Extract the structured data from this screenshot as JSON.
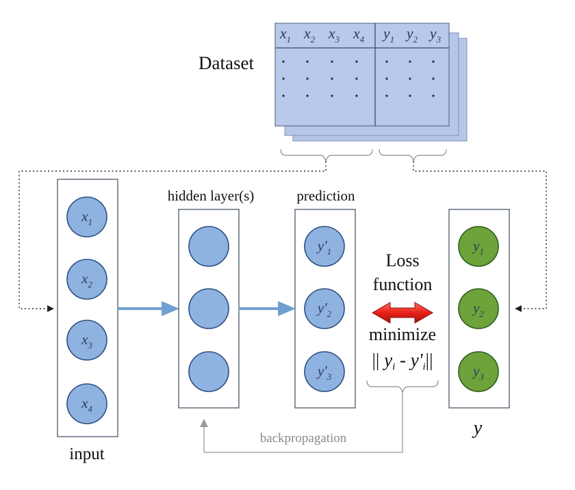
{
  "dataset": {
    "title": "Dataset",
    "columns": [
      {
        "sym": "x",
        "sub": "1"
      },
      {
        "sym": "x",
        "sub": "2"
      },
      {
        "sym": "x",
        "sub": "3"
      },
      {
        "sym": "x",
        "sub": "4"
      },
      {
        "sym": "y",
        "sub": "1"
      },
      {
        "sym": "y",
        "sub": "2"
      },
      {
        "sym": "y",
        "sub": "3"
      }
    ]
  },
  "layers": {
    "input_label": "input",
    "hidden_label": "hidden layer(s)",
    "prediction_label": "prediction",
    "target_label": "y",
    "input_nodes": [
      {
        "sym": "x",
        "sub": "1"
      },
      {
        "sym": "x",
        "sub": "2"
      },
      {
        "sym": "x",
        "sub": "3"
      },
      {
        "sym": "x",
        "sub": "4"
      }
    ],
    "prediction_nodes": [
      {
        "sym": "y'",
        "sub": "1"
      },
      {
        "sym": "y'",
        "sub": "2"
      },
      {
        "sym": "y'",
        "sub": "3"
      }
    ],
    "target_nodes": [
      {
        "sym": "y",
        "sub": "1"
      },
      {
        "sym": "y",
        "sub": "2"
      },
      {
        "sym": "y",
        "sub": "3"
      }
    ]
  },
  "loss": {
    "line1": "Loss",
    "line2": "function",
    "minimize": "minimize",
    "formula": {
      "bars_open": "||",
      "y": "y",
      "i": "i",
      "minus": " - ",
      "yprime": "y'",
      "i2": "i",
      "bars_close": "||"
    }
  },
  "backprop_label": "backpropagation",
  "colors": {
    "input_node": "#8fb3e0",
    "target_node": "#6da33a",
    "loss_arrow": "#e8211b",
    "flow_arrow": "#6fa0d0",
    "dataset_sheet": "#b9c9eb"
  }
}
